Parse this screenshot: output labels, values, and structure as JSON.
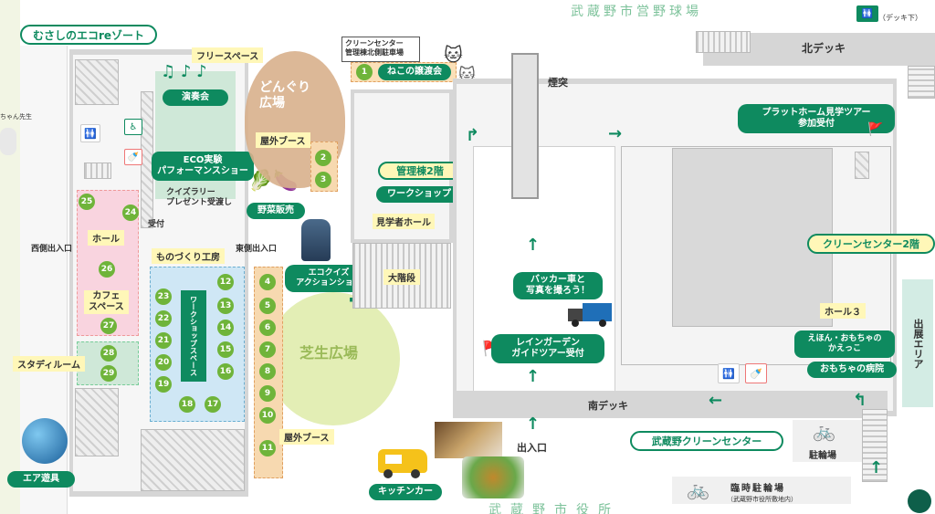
{
  "colors": {
    "brand": "#0e8a5f",
    "number": "#6fb43a",
    "label_bg": "#fff7b8",
    "hall_pink": "#f9d4df",
    "zone_green": "#cfe8d8",
    "workshop_blue": "#cfe7f5",
    "lawn": "#e3eeb5",
    "acorn": "#d8b08c",
    "booth": "#f7d9b0"
  },
  "header": {
    "title": "むさしのエコreゾート",
    "field_top": "武蔵野市営野球場",
    "field_bottom": "武蔵野市役所",
    "deck_below": "（デッキ下）",
    "side_char": "ちゃん先生"
  },
  "areas": {
    "free_space": "フリースペース",
    "concert": "演奏会",
    "eco_show": "ECO実験\nパフォーマンスショー",
    "vegetable": "野菜販売",
    "quiz": "クイズラリー\nプレゼント受渡し",
    "reception": "受付",
    "monozukuri": "ものづくり工房",
    "workshop_space": "ワークショップスペース",
    "hall": "ホール",
    "cafe": "カフェ\nスペース",
    "study": "スタディルーム",
    "west_exit": "西側出入口",
    "east_exit": "東側出入口",
    "air_toy": "エア遊具",
    "donguri": "どんぐり\n広場",
    "outdoor_booth_top": "屋外ブース",
    "outdoor_booth_bottom": "屋外ブース",
    "cc_note": "クリーンセンター\n管理棟北側駐車場",
    "cat_event": "ねこの譲渡会",
    "admin_2f": "管理棟2階",
    "workshop": "ワークショップ",
    "visitor_hall": "見学者ホール",
    "eco_quiz": "エコクイズ\nアクションショー",
    "big_stairs": "大階段",
    "lawn": "芝生広場",
    "chimney": "煙突",
    "north_deck": "北デッキ",
    "south_deck": "南デッキ",
    "platform_tour": "プラットホーム見学ツアー\n参加受付",
    "cc_2f": "クリーンセンター2階",
    "backhoe": "バッカー車と\n写真を撮ろう！",
    "rain_garden": "レインガーデン\nガイドツアー受付",
    "hall3": "ホール３",
    "picture_book": "えほん・おもちゃの\nかえっこ",
    "toy_hospital": "おもちゃの病院",
    "exhibit_area": "出展エリア",
    "entrance": "出入口",
    "musashino_cc": "武蔵野クリーンセンター",
    "bike_parking": "駐輪場",
    "temp_parking": "臨時駐輪場",
    "temp_parking_note": "（武蔵野市役所敷地内）",
    "kitchen_car": "キッチンカー"
  },
  "numbers": {
    "cat": "1",
    "donguri_booth": [
      "2",
      "3"
    ],
    "outdoor_booth": [
      "4",
      "5",
      "6",
      "7",
      "8",
      "9",
      "10",
      "11"
    ],
    "workshop_right": [
      "12",
      "13",
      "14",
      "15",
      "16"
    ],
    "workshop_left": [
      "23",
      "22",
      "21",
      "20",
      "19"
    ],
    "workshop_bottom": [
      "18",
      "17"
    ],
    "hall_nums": [
      "25",
      "24",
      "26"
    ],
    "cafe_num": "27",
    "study_nums": [
      "28",
      "29"
    ]
  },
  "icons": [
    "music-note-icon",
    "toilet-icon",
    "accessible-toilet-icon",
    "baby-room-icon",
    "cat-icon",
    "truck-icon",
    "flag-icon",
    "bicycle-icon",
    "vegetable-icon",
    "robot-icon",
    "globe-icon",
    "kitchen-car-icon",
    "bear-icon"
  ]
}
